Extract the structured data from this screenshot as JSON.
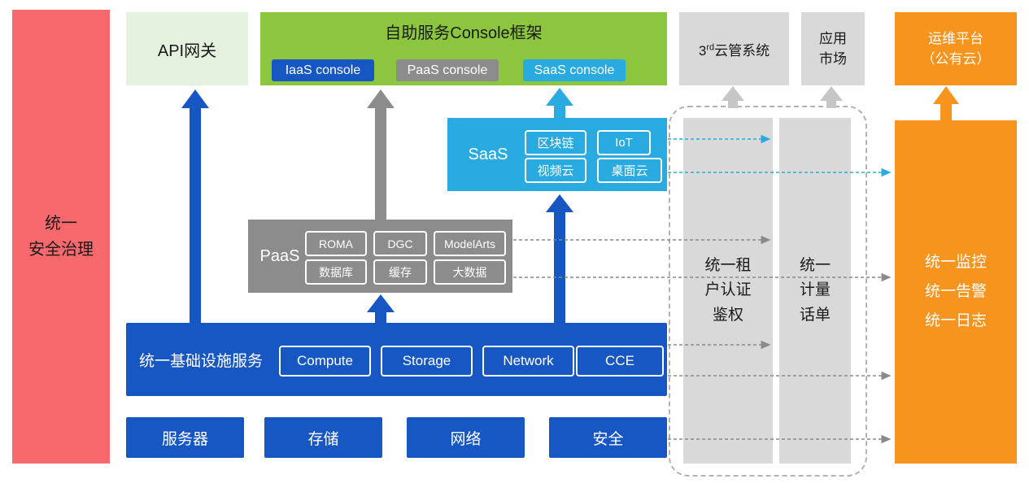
{
  "colors": {
    "blue": "#1757c4",
    "cyan": "#29abe2",
    "gray": "#8c8c8c",
    "light_gray": "#d9d9d9",
    "green": "#8cc63e",
    "light_green": "#e4f1df",
    "orange": "#f7941e",
    "red": "#f7696c"
  },
  "left_bar": {
    "label": "统一\n安全治理"
  },
  "top": {
    "api_gateway": {
      "label": "API网关"
    },
    "console": {
      "title": "自助服务Console框架",
      "items": [
        {
          "label": "IaaS console",
          "color": "#1757c4"
        },
        {
          "label": "PaaS console",
          "color": "#8c8c8c"
        },
        {
          "label": "SaaS console",
          "color": "#29abe2"
        }
      ]
    },
    "third_party": {
      "base": "3",
      "sup": "rd",
      "rest": "云管系统"
    },
    "app_market": {
      "label": "应用\n市场"
    },
    "om_platform": {
      "label": "运维平台\n（公有云）"
    }
  },
  "saas": {
    "label": "SaaS",
    "items": [
      "区块链",
      "IoT",
      "视频云",
      "桌面云"
    ]
  },
  "paas": {
    "label": "PaaS",
    "items": [
      "ROMA",
      "DGC",
      "ModelArts",
      "数据库",
      "缓存",
      "大数据"
    ]
  },
  "iaas": {
    "label": "统一基础设施服务",
    "items": [
      "Compute",
      "Storage",
      "Network",
      "CCE"
    ]
  },
  "bottom": {
    "items": [
      "服务器",
      "存储",
      "网络",
      "安全"
    ]
  },
  "right": {
    "auth": "统一租\n户认证\n鉴权",
    "metering": "统一\n计量\n话单",
    "monitoring": "统一监控\n统一告警\n统一日志"
  }
}
